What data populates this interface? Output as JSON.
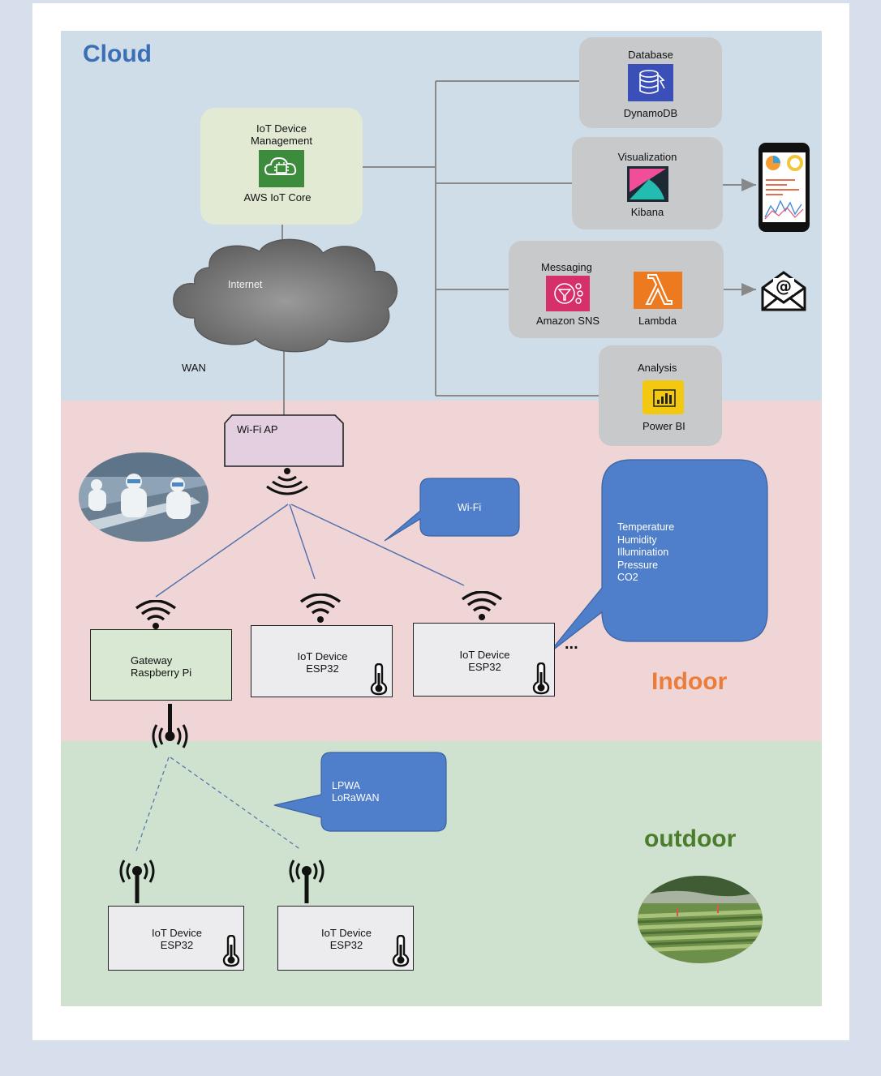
{
  "zones": {
    "cloud": {
      "title": "Cloud",
      "color": "#3a6fb5"
    },
    "indoor": {
      "title": "Indoor",
      "color": "#ec7c3a"
    },
    "outdoor": {
      "title": "outdoor",
      "color": "#4b7d2c"
    }
  },
  "iot_core": {
    "title_line1": "IoT Device",
    "title_line2": "Management",
    "service": "AWS IoT Core"
  },
  "internet": {
    "label": "Internet"
  },
  "wan": {
    "label": "WAN"
  },
  "services": {
    "database": {
      "title": "Database",
      "service": "DynamoDB"
    },
    "visualization": {
      "title": "Visualization",
      "service": "Kibana"
    },
    "messaging": {
      "title": "Messaging",
      "service1": "Amazon SNS",
      "service2": "Lambda"
    },
    "analysis": {
      "title": "Analysis",
      "service": "Power BI"
    }
  },
  "wifi_ap": {
    "label": "Wi-Fi AP"
  },
  "callouts": {
    "wifi": "Wi-Fi",
    "sensors": [
      "Temperature",
      "Humidity",
      "Illumination",
      "Pressure",
      "CO2"
    ],
    "lpwa_line1": "LPWA",
    "lpwa_line2": "LoRaWAN"
  },
  "gateway": {
    "line1": "Gateway",
    "line2": "Raspberry Pi"
  },
  "indoor_devices": [
    {
      "line1": "IoT Device",
      "line2": "ESP32"
    },
    {
      "line1": "IoT Device",
      "line2": "ESP32"
    }
  ],
  "more_indicator": "...",
  "outdoor_devices": [
    {
      "line1": "IoT Device",
      "line2": "ESP32"
    },
    {
      "line1": "IoT Device",
      "line2": "ESP32"
    }
  ],
  "colors": {
    "callout": "#4f7fca",
    "iot_core_box": "#e2ead3",
    "gateway_box": "#d8e8d2",
    "wifi_ap_box": "#e4cfe0",
    "cloud_zone": "#cfdde9",
    "indoor_zone": "#efd5d6",
    "outdoor_zone": "#cfe2cf"
  }
}
